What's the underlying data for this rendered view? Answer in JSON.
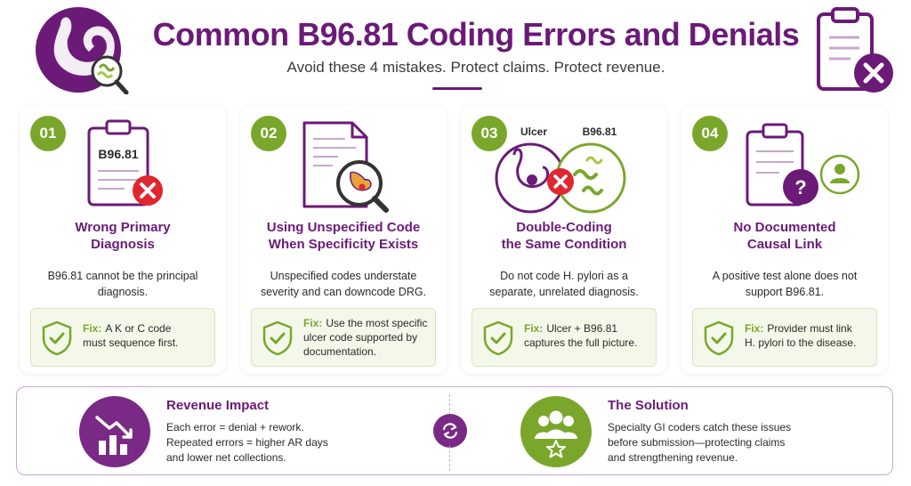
{
  "header": {
    "title": "Common B96.81 Coding Errors and Denials",
    "subtitle": "Avoid these 4 mistakes. Protect claims. Protect revenue.",
    "left_icon": "stomach-bacteria-icon",
    "right_icon": "clipboard-x-icon"
  },
  "colors": {
    "purple": "#6b1a78",
    "green": "#7aa72b",
    "red": "#e0262e"
  },
  "cards": [
    {
      "number": "01",
      "illustration_label": "B96.81",
      "title_line1": "Wrong Primary",
      "title_line2": "Diagnosis",
      "desc_line1": "B96.81 cannot be the principal",
      "desc_line2": "diagnosis.",
      "fix_label": "Fix:",
      "fix_line1": "A K or C code",
      "fix_line2": "must sequence first.",
      "fix_line3": "",
      "icon": "clipboard-x-icon"
    },
    {
      "number": "02",
      "title_line1": "Using Unspecified Code",
      "title_line2": "When Specificity Exists",
      "desc_line1": "Unspecified codes understate",
      "desc_line2": "severity and can downcode DRG.",
      "fix_label": "Fix:",
      "fix_line1": "Use the most specific",
      "fix_line2": "ulcer code supported by",
      "fix_line3": "documentation.",
      "icon": "document-magnifier-icon"
    },
    {
      "number": "03",
      "label_left": "Ulcer",
      "label_right": "B96.81",
      "title_line1": "Double-Coding",
      "title_line2": "the Same Condition",
      "desc_line1": "Do not code H. pylori as a",
      "desc_line2": "separate, unrelated diagnosis.",
      "fix_label": "Fix:",
      "fix_line1": "Ulcer + B96.81",
      "fix_line2": "captures the full picture.",
      "fix_line3": "",
      "icon": "ulcer-bacteria-x-icon"
    },
    {
      "number": "04",
      "title_line1": "No Documented",
      "title_line2": "Causal Link",
      "desc_line1": "A positive test alone does not",
      "desc_line2": "support B96.81.",
      "fix_label": "Fix:",
      "fix_line1": "Provider must link",
      "fix_line2": "H. pylori to the disease.",
      "fix_line3": "",
      "icon": "clipboard-question-icon"
    }
  ],
  "impact": {
    "title": "Revenue Impact",
    "line1": "Each error = denial + rework.",
    "line2": "Repeated errors = higher AR days",
    "line3": "and lower net collections.",
    "icon": "declining-chart-icon"
  },
  "solution": {
    "title": "The Solution",
    "line1": "Specialty GI coders catch these issues",
    "line2": "before submission—protecting claims",
    "line3": "and strengthening revenue.",
    "icon": "team-star-icon"
  },
  "center_icon": "swap-arrows-icon"
}
